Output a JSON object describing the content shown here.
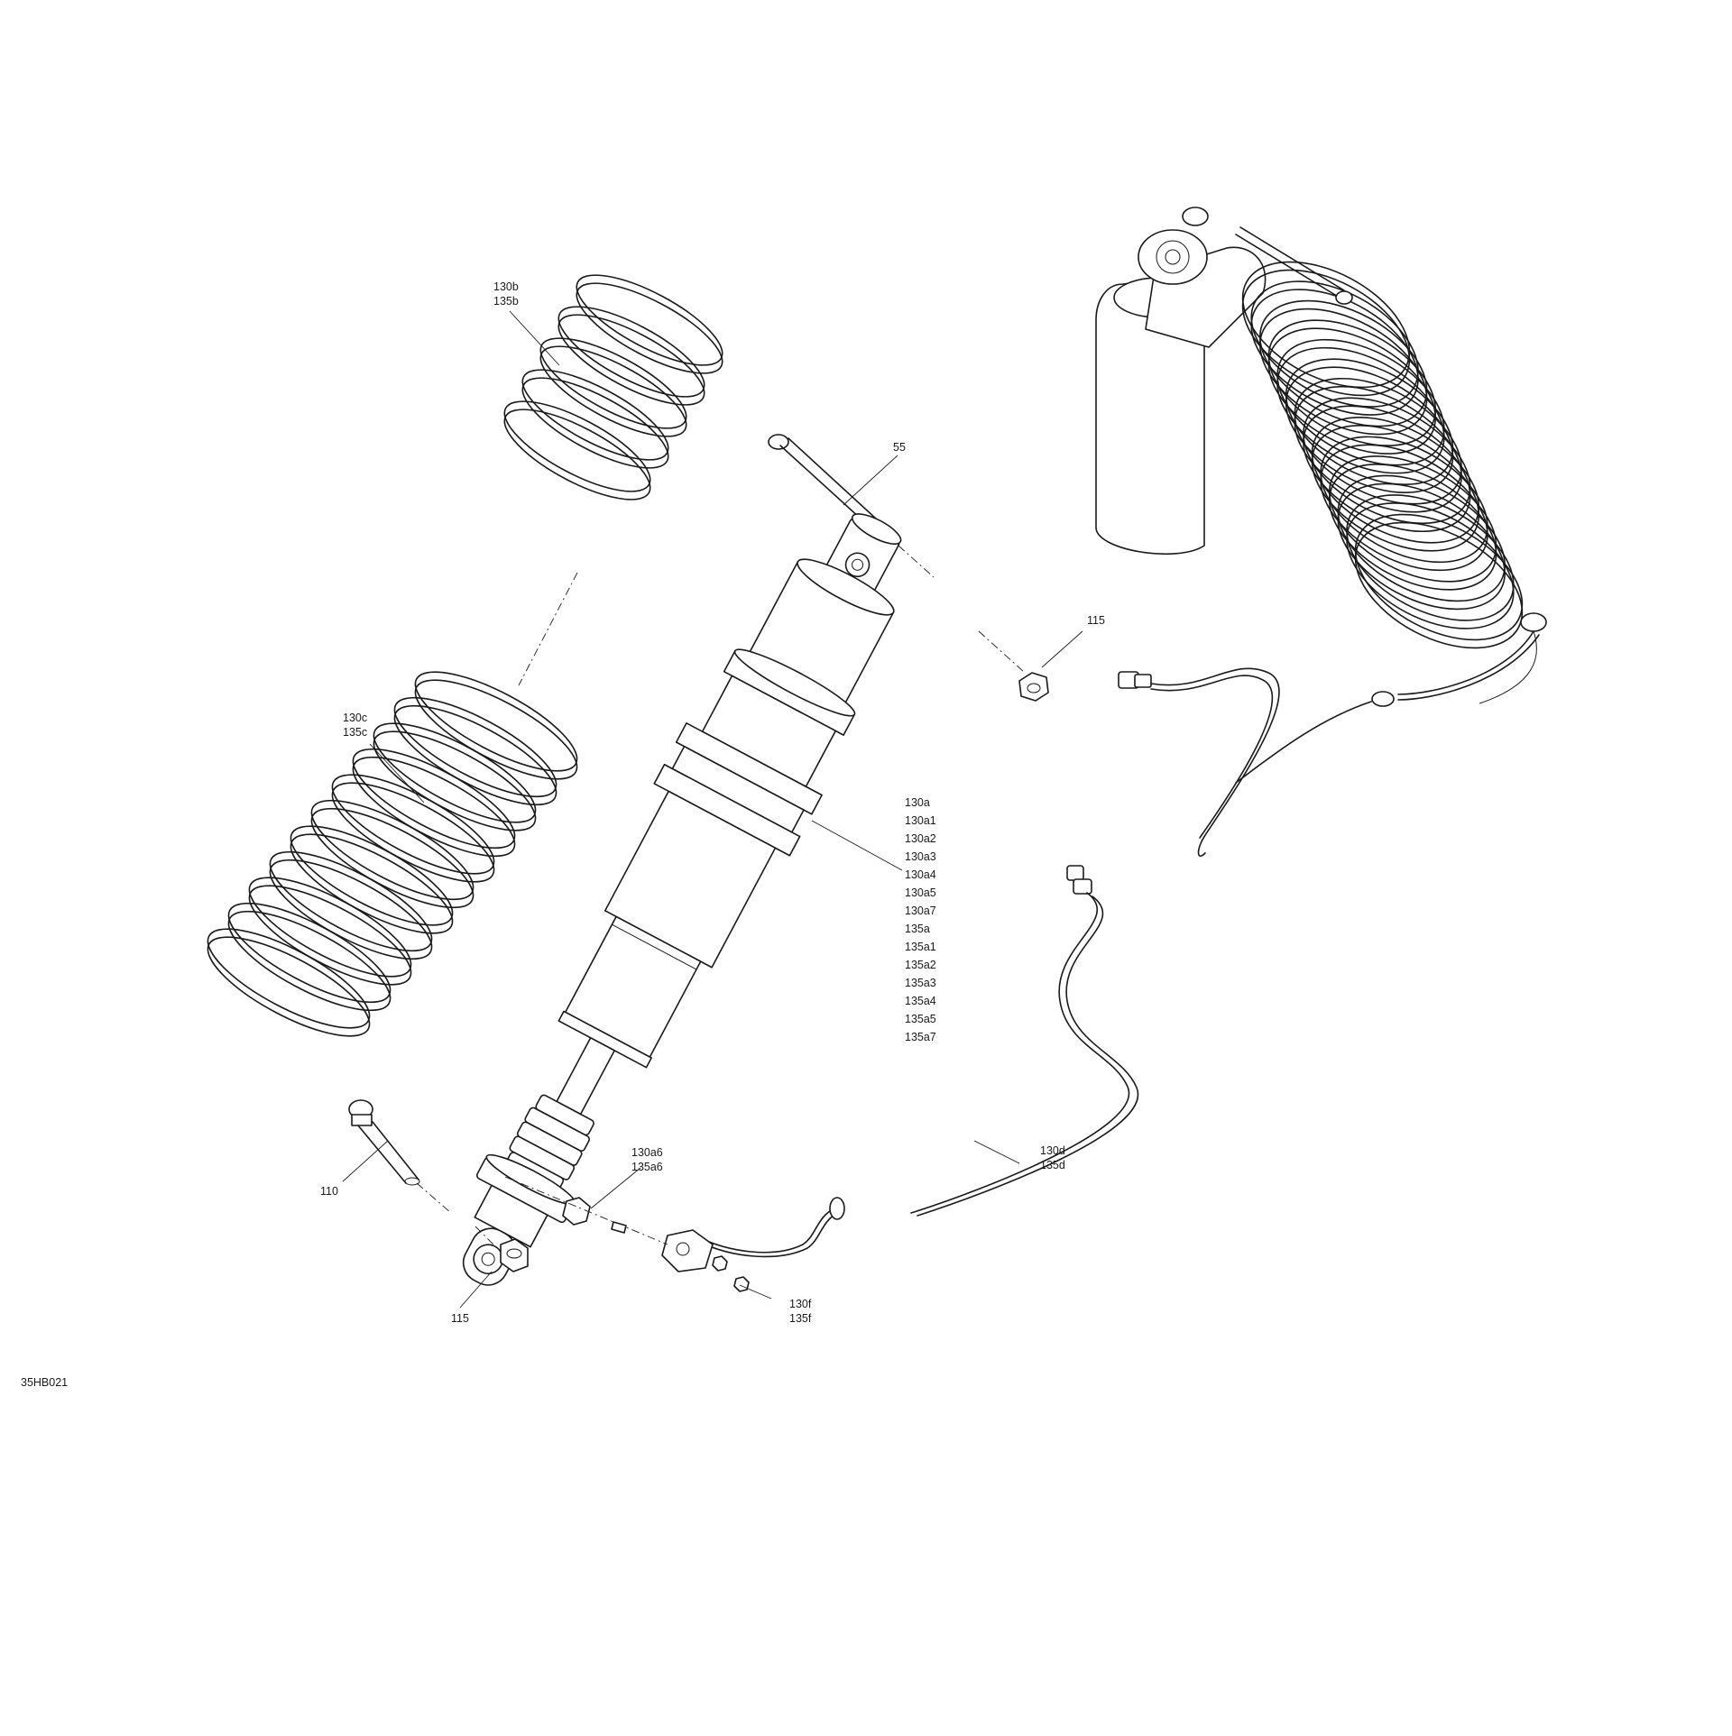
{
  "drawing_id": "35HB021",
  "callouts": {
    "bolt_top": "55",
    "nut_top": "115",
    "spring_upper": [
      "130b",
      "135b"
    ],
    "spring_lower": [
      "130c",
      "135c"
    ],
    "shock_assembly": [
      "130a",
      "130a1",
      "130a2",
      "130a3",
      "130a4",
      "130a5",
      "130a7",
      "135a",
      "135a1",
      "135a2",
      "135a3",
      "135a4",
      "135a5",
      "135a7"
    ],
    "valve_part": [
      "130a6",
      "135a6"
    ],
    "harness": [
      "130d",
      "135d"
    ],
    "bolt_bottom": "110",
    "nut_bottom": "115",
    "bracket_part": [
      "130f",
      "135f"
    ]
  },
  "colors": {
    "ink": "#1a1a1a",
    "paper": "#ffffff"
  }
}
